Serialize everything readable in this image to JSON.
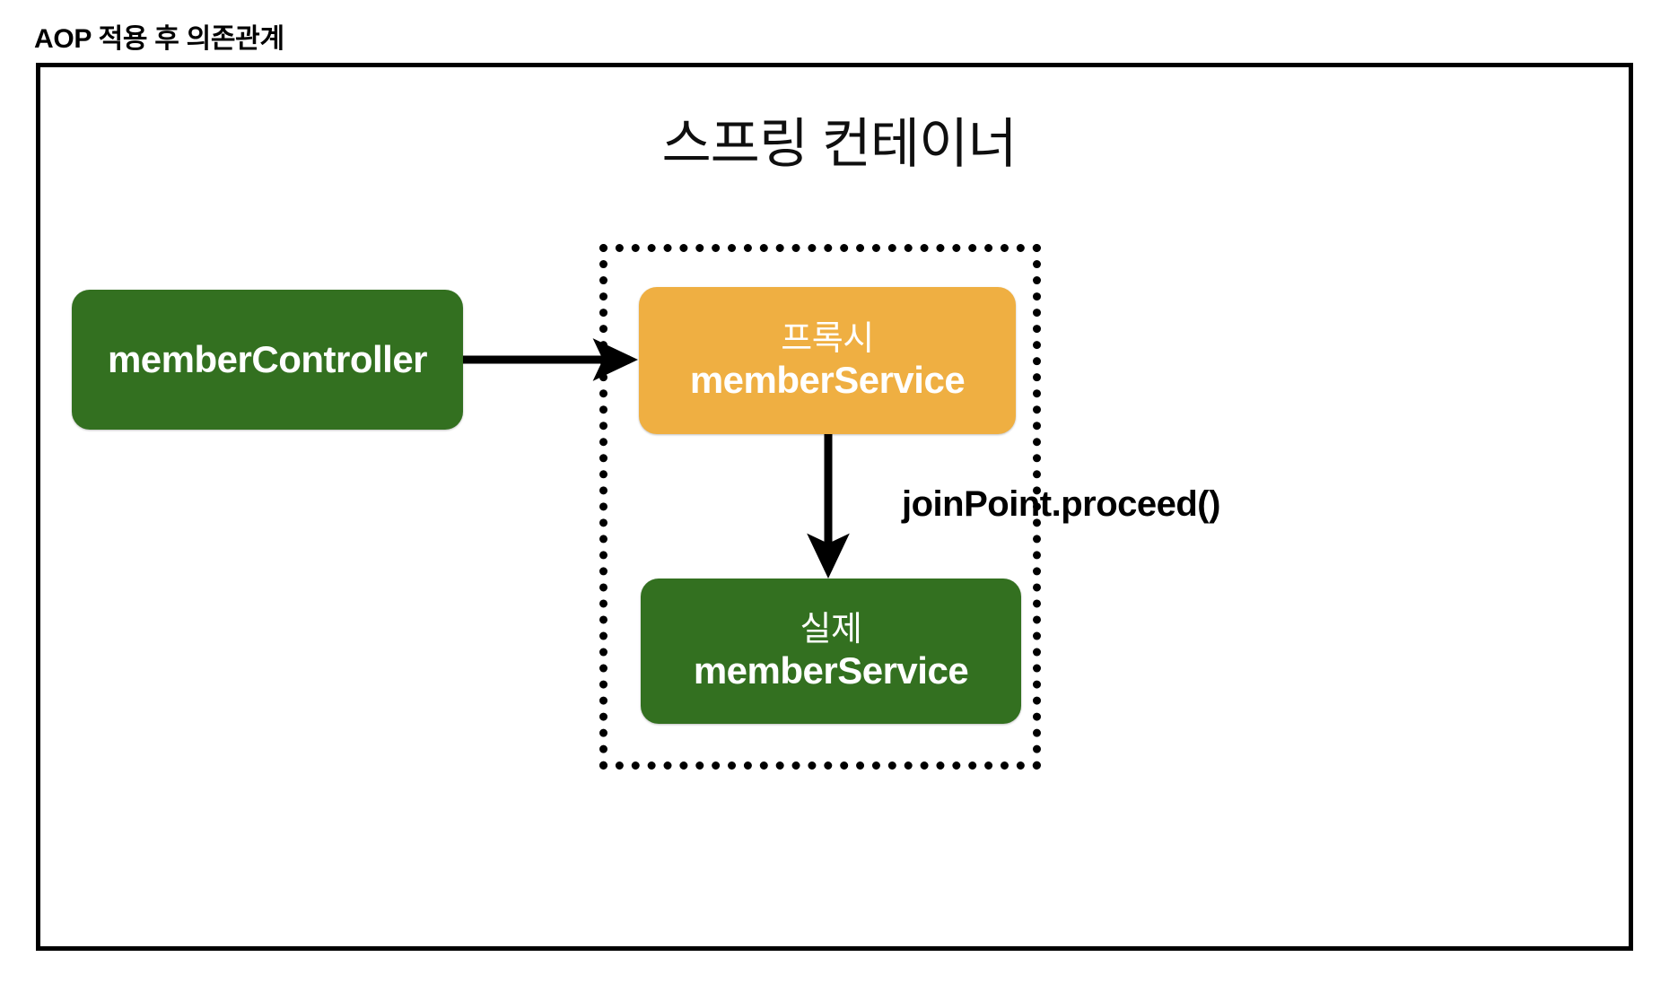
{
  "slide": {
    "heading": "AOP 적용 후 의존관계",
    "container_title": "스프링 컨테이너"
  },
  "colors": {
    "green": "#337020",
    "orange": "#efaf42",
    "frame": "#000000",
    "text_on_fill": "#ffffff",
    "background": "#ffffff"
  },
  "nodes": {
    "controller": {
      "label": "memberController",
      "fill": "#337020"
    },
    "proxy": {
      "kr_label": "프록시",
      "en_label": "memberService",
      "fill": "#efaf42"
    },
    "real": {
      "kr_label": "실제",
      "en_label": "memberService",
      "fill": "#337020"
    }
  },
  "annotations": {
    "proceed": "joinPoint.proceed()"
  },
  "edges": [
    {
      "from": "memberController",
      "to": "프록시 memberService",
      "direction": "right"
    },
    {
      "from": "프록시 memberService",
      "to": "실제 memberService",
      "direction": "down",
      "label": "joinPoint.proceed()"
    }
  ]
}
